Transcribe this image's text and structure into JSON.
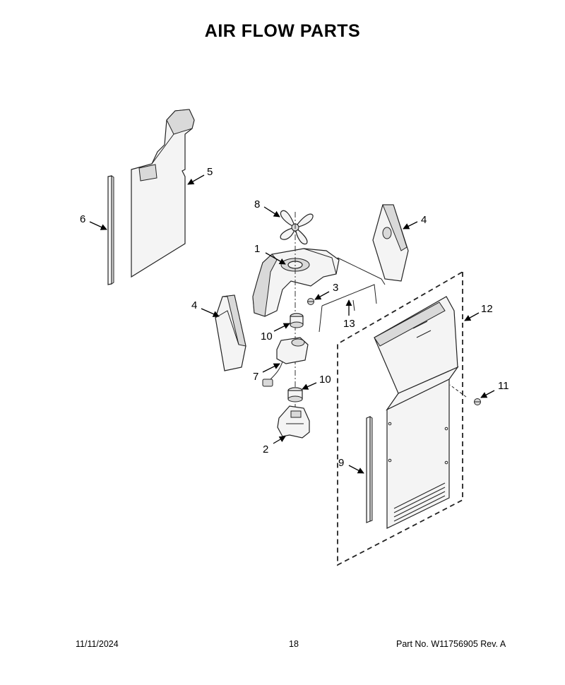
{
  "title": "AIR FLOW PARTS",
  "callouts": {
    "c1": "1",
    "c2": "2",
    "c3": "3",
    "c4a": "4",
    "c4b": "4",
    "c5": "5",
    "c6": "6",
    "c7": "7",
    "c8": "8",
    "c9": "9",
    "c10a": "10",
    "c10b": "10",
    "c11": "11",
    "c12": "12",
    "c13": "13"
  },
  "footer": {
    "date": "11/11/2024",
    "page": "18",
    "part_no": "Part No.  W11756905  Rev.  A"
  }
}
